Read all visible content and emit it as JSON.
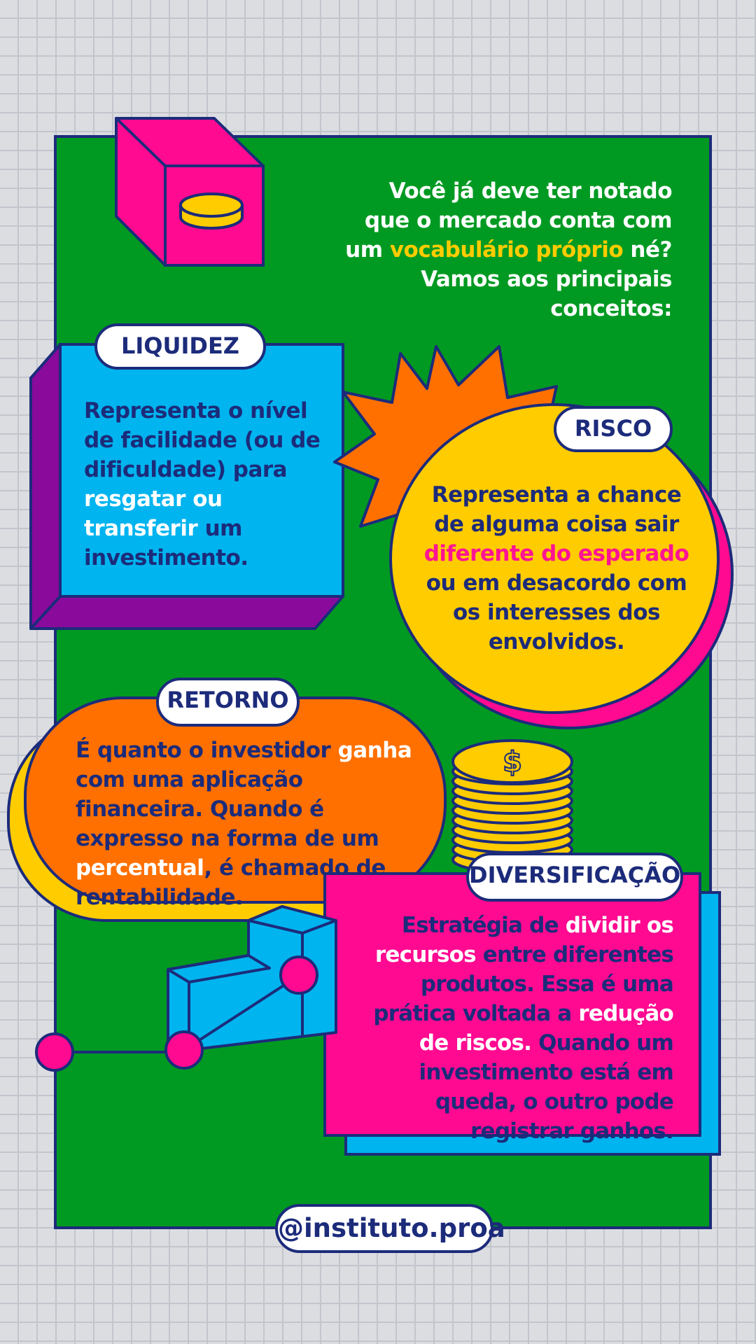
{
  "intro": {
    "line1": "Você já deve ter notado",
    "line2": "que o mercado conta com",
    "line3_pre": "um ",
    "line3_highlight": "vocabulário próprio",
    "line3_post": " né?",
    "line4": "Vamos aos principais",
    "line5": "conceitos:"
  },
  "liquidez": {
    "title": "LIQUIDEZ",
    "text_main": "Representa o nível de facilidade (ou de dificuldade) para",
    "text_highlight": "resgatar ou transferir",
    "text_end": "um investimento."
  },
  "risco": {
    "title": "RISCO",
    "text_main": "Representa a chance de alguma coisa sair",
    "text_highlight": "diferente do esperado",
    "text_end": "ou em desacordo com os interesses dos envolvidos."
  },
  "retorno": {
    "title": "RETORNO",
    "text_pre": "É quanto o investidor ",
    "text_highlight1": "ganha",
    "text_mid": " com uma aplicação financeira. Quando é expresso na forma de um ",
    "text_highlight2": "percentual",
    "text_end": ", é chamado de rentabilidade."
  },
  "diversificacao": {
    "title": "DIVERSIFICAÇÃO",
    "t1": "Estratégia de ",
    "h1": "dividir",
    "h2": "os recursos",
    "t2": " entre diferentes produtos. Essa é uma prática voltada a ",
    "h3": "redução de riscos.",
    "t3": "Quando um investimento está em queda, o outro pode registrar ganhos."
  },
  "footer": {
    "handle": "@instituto.proa"
  },
  "icons": [
    "pink-cube-coin-icon",
    "orange-starburst-icon",
    "coin-stack-dollar-icon",
    "blue-block-node-icon"
  ],
  "colors": {
    "panel_green": "#009a22",
    "navy": "#1c2b7a",
    "pink": "#ff0a91",
    "cyan": "#00b4ef",
    "purple": "#8a0a9c",
    "orange": "#ff7000",
    "yellow": "#ffcc00"
  }
}
